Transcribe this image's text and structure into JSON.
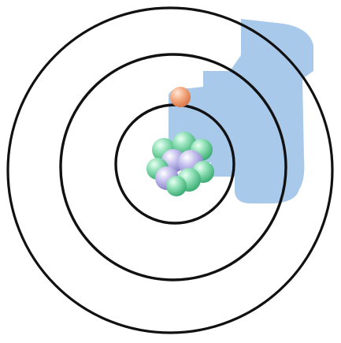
{
  "diagram": {
    "kind": "atom-model",
    "orbit_count": 3,
    "electron_count": 1,
    "nucleus": {
      "proton_color": "#7fd6a8",
      "neutron_color": "#b8b4e6"
    },
    "colors": {
      "background": "#ffffff",
      "orbit_stroke": "#111111",
      "highlight_region": "#a9c9ea",
      "electron": "#f0a57c"
    }
  }
}
